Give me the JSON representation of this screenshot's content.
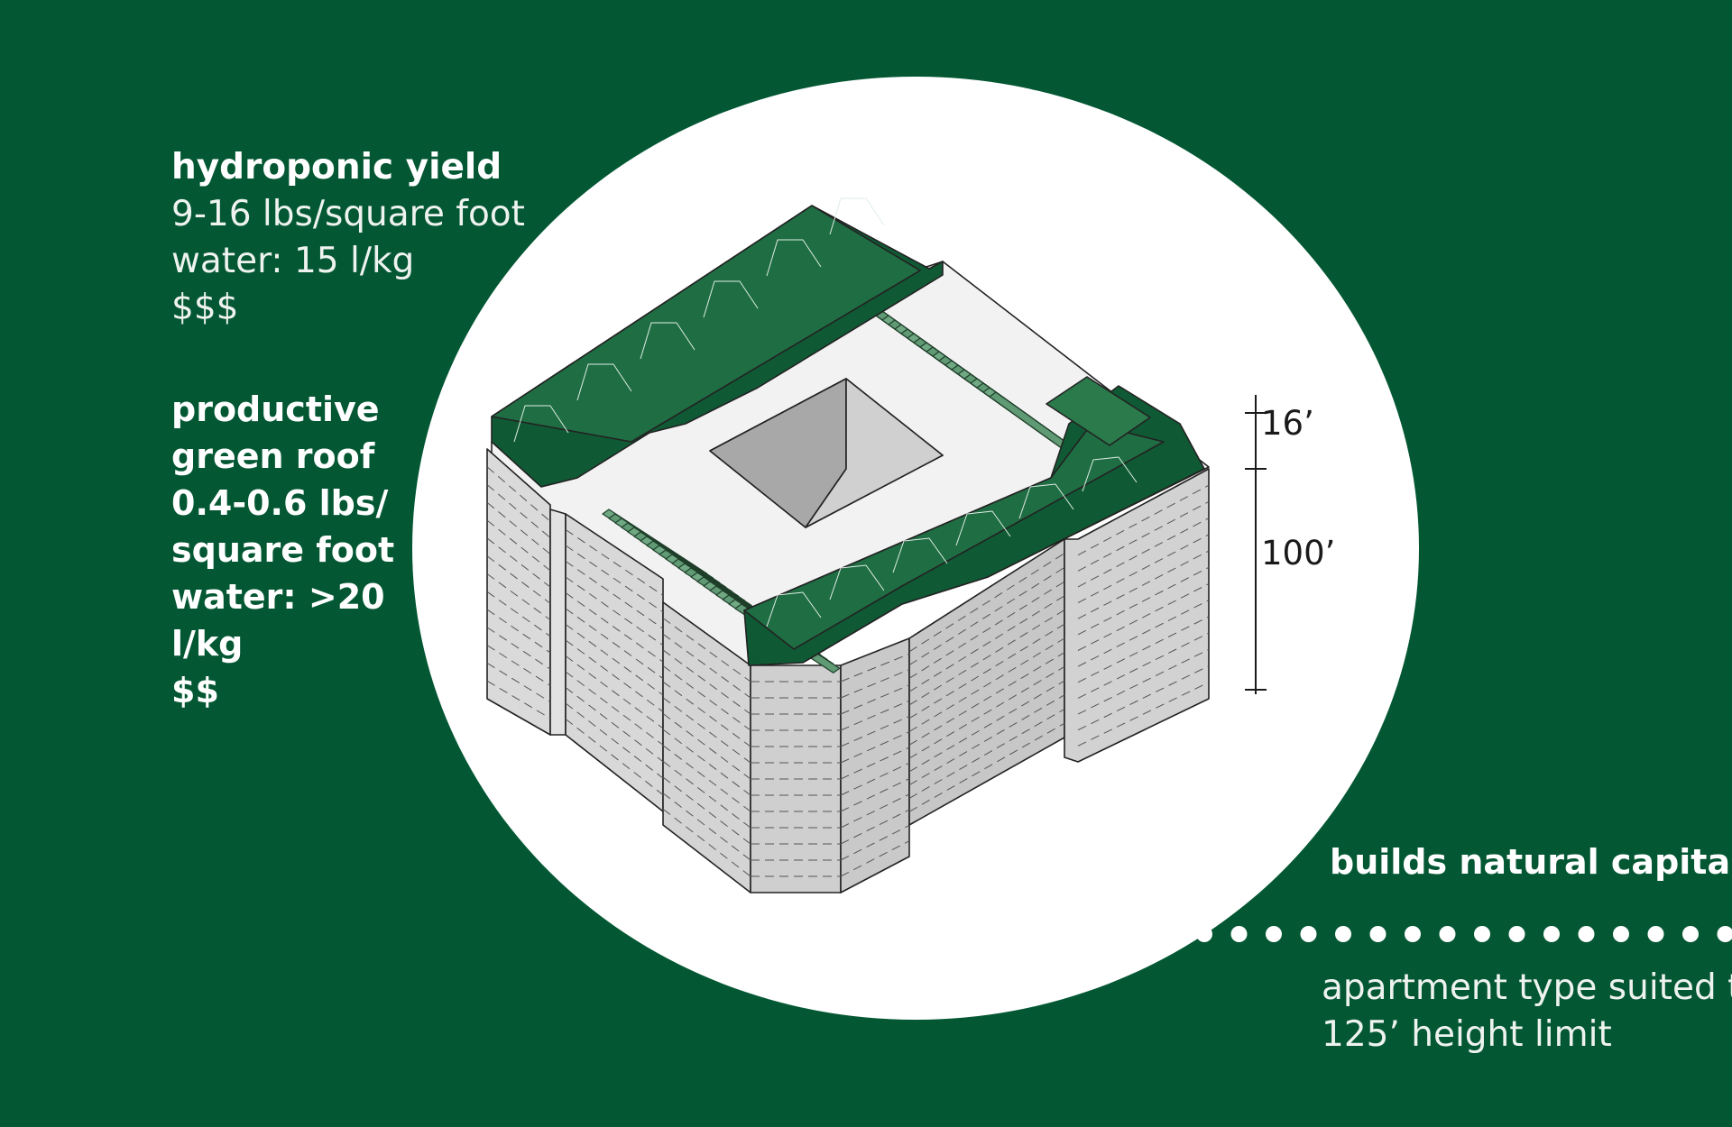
{
  "colors": {
    "background": "#035733",
    "circle": "#ffffff",
    "greenhouse": "#0f5a34",
    "greenhouse_light": "#2e7f4f",
    "planters": "#5f9a74",
    "building_face": "#d6d6d6",
    "building_face_dark": "#c4c4c4",
    "roof": "#f1f1f1",
    "courtyard_wall": "#a9a9a9"
  },
  "hydroponic": {
    "title": "hydroponic yield",
    "yield": "9-16 lbs/square foot",
    "water": "water: 15 l/kg",
    "cost": "$$$"
  },
  "green_roof": {
    "lines": [
      "productive",
      "green roof",
      "0.4-0.6 lbs/",
      "square foot",
      "water: >20",
      "l/kg",
      "$$"
    ]
  },
  "dimensions": {
    "upper": "16’",
    "lower": "100’"
  },
  "capital": {
    "heading": "builds natural capital"
  },
  "apartment": {
    "line1": "apartment type suited to",
    "line2": "125’ height limit"
  }
}
